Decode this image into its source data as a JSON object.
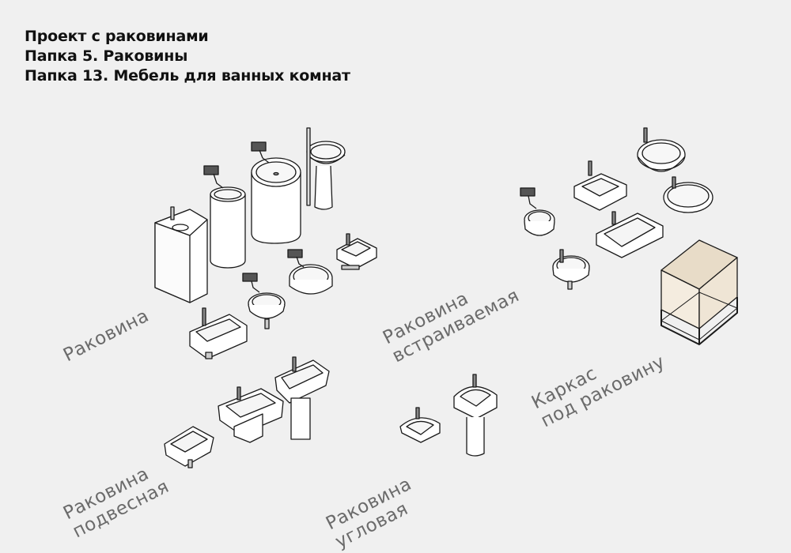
{
  "header": {
    "line1": "Проект с раковинами",
    "line2": "Папка 5. Раковины",
    "line3": "Папка 13. Мебель для ванных комнат"
  },
  "labels": {
    "sink": {
      "l1": "Раковина"
    },
    "built_in": {
      "l1": "Раковина",
      "l2": "встраиваемая"
    },
    "frame": {
      "l1": "Каркас",
      "l2": "под раковину"
    },
    "wall_hung": {
      "l1": "Раковина",
      "l2": "подвесная"
    },
    "corner": {
      "l1": "Раковина",
      "l2": "угловая"
    }
  },
  "colors": {
    "background": "#f0f0f0",
    "label": "#6b6b6b",
    "outline": "#1a1a1a",
    "cabinet_top": "#e8dcc8"
  }
}
